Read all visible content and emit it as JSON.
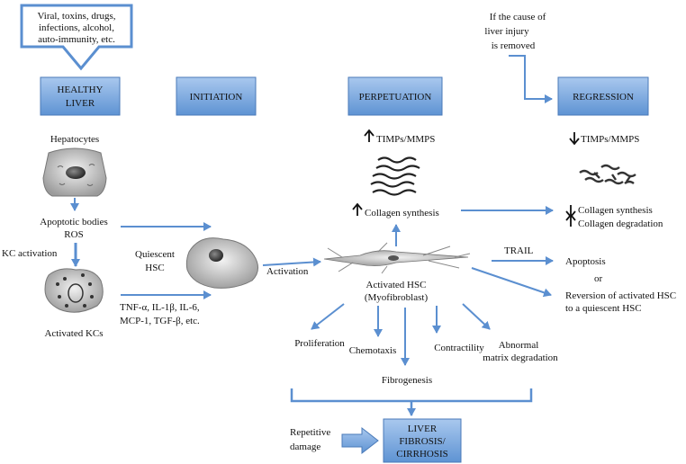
{
  "callout_lines": [
    "Viral, toxins, drugs,",
    "infections, alcohol,",
    "auto-immunity, etc."
  ],
  "removed_lines": [
    "If the cause of",
    "liver injury",
    "is removed"
  ],
  "stages": {
    "healthy": [
      "HEALTHY",
      "LIVER"
    ],
    "initiation": [
      "INITIATION"
    ],
    "perpetuation": [
      "PERPETUATION"
    ],
    "regression": [
      "REGRESSION"
    ],
    "fibrosis": [
      "LIVER",
      "FIBROSIS/",
      "CIRRHOSIS"
    ]
  },
  "labels": {
    "hepatocytes": "Hepatocytes",
    "apoptotic_bodies": "Apoptotic bodies",
    "ros": "ROS",
    "kc_activation": "KC activation",
    "activated_kcs": "Activated KCs",
    "quiescent_1": "Quiescent",
    "quiescent_2": "HSC",
    "cytokines_1": "TNF-α, IL-1β, IL-6,",
    "cytokines_2": "MCP-1, TGF-β, etc.",
    "activation": "Activation",
    "activated_hsc": "Activated HSC",
    "myofibroblast": "(Myofibroblast)",
    "timps_up": "TIMPs/MMPS",
    "timps_down": "TIMPs/MMPS",
    "collagen_synth_up": "Collagen synthesis",
    "collagen_synth_down": "Collagen synthesis",
    "collagen_degradation": "Collagen degradation",
    "trail": "TRAIL",
    "apoptosis": "Apoptosis",
    "or": "or",
    "reversion_1": "Reversion of activated HSC",
    "reversion_2": "to a quiescent HSC",
    "proliferation": "Proliferation",
    "chemotaxis": "Chemotaxis",
    "contractility": "Contractility",
    "abnormal_1": "Abnormal",
    "abnormal_2": "matrix degradation",
    "fibrogenesis": "Fibrogenesis",
    "repetitive_1": "Repetitive",
    "repetitive_2": "damage"
  },
  "colors": {
    "box_fill": "#6fa0d8",
    "box_border": "#4a7ab8",
    "arrow": "#5b8fd0",
    "callout_border": "#5b8fd0"
  }
}
